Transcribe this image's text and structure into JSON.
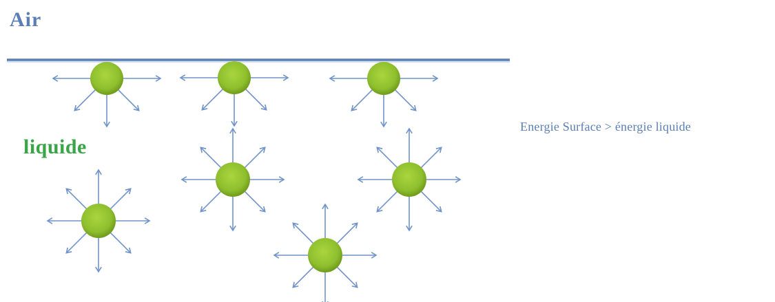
{
  "labels": {
    "air": "Air",
    "liquid": "liquide",
    "energy": "Energie Surface > énergie liquide"
  },
  "colors": {
    "surface_line": "#5b7fb5",
    "arrow": "#6f93c8",
    "molecule_center": "#a3cf3a",
    "molecule_edge": "#6f9a1c",
    "air_text": "#5b7fb5",
    "liquid_text": "#3aa547"
  },
  "molecules": [
    {
      "id": "surface-molecule-1",
      "zone": "surface"
    },
    {
      "id": "surface-molecule-2",
      "zone": "surface"
    },
    {
      "id": "surface-molecule-3",
      "zone": "surface"
    },
    {
      "id": "bulk-molecule-1",
      "zone": "bulk"
    },
    {
      "id": "bulk-molecule-2",
      "zone": "bulk"
    },
    {
      "id": "bulk-molecule-3",
      "zone": "bulk"
    },
    {
      "id": "bulk-molecule-4",
      "zone": "bulk"
    }
  ]
}
